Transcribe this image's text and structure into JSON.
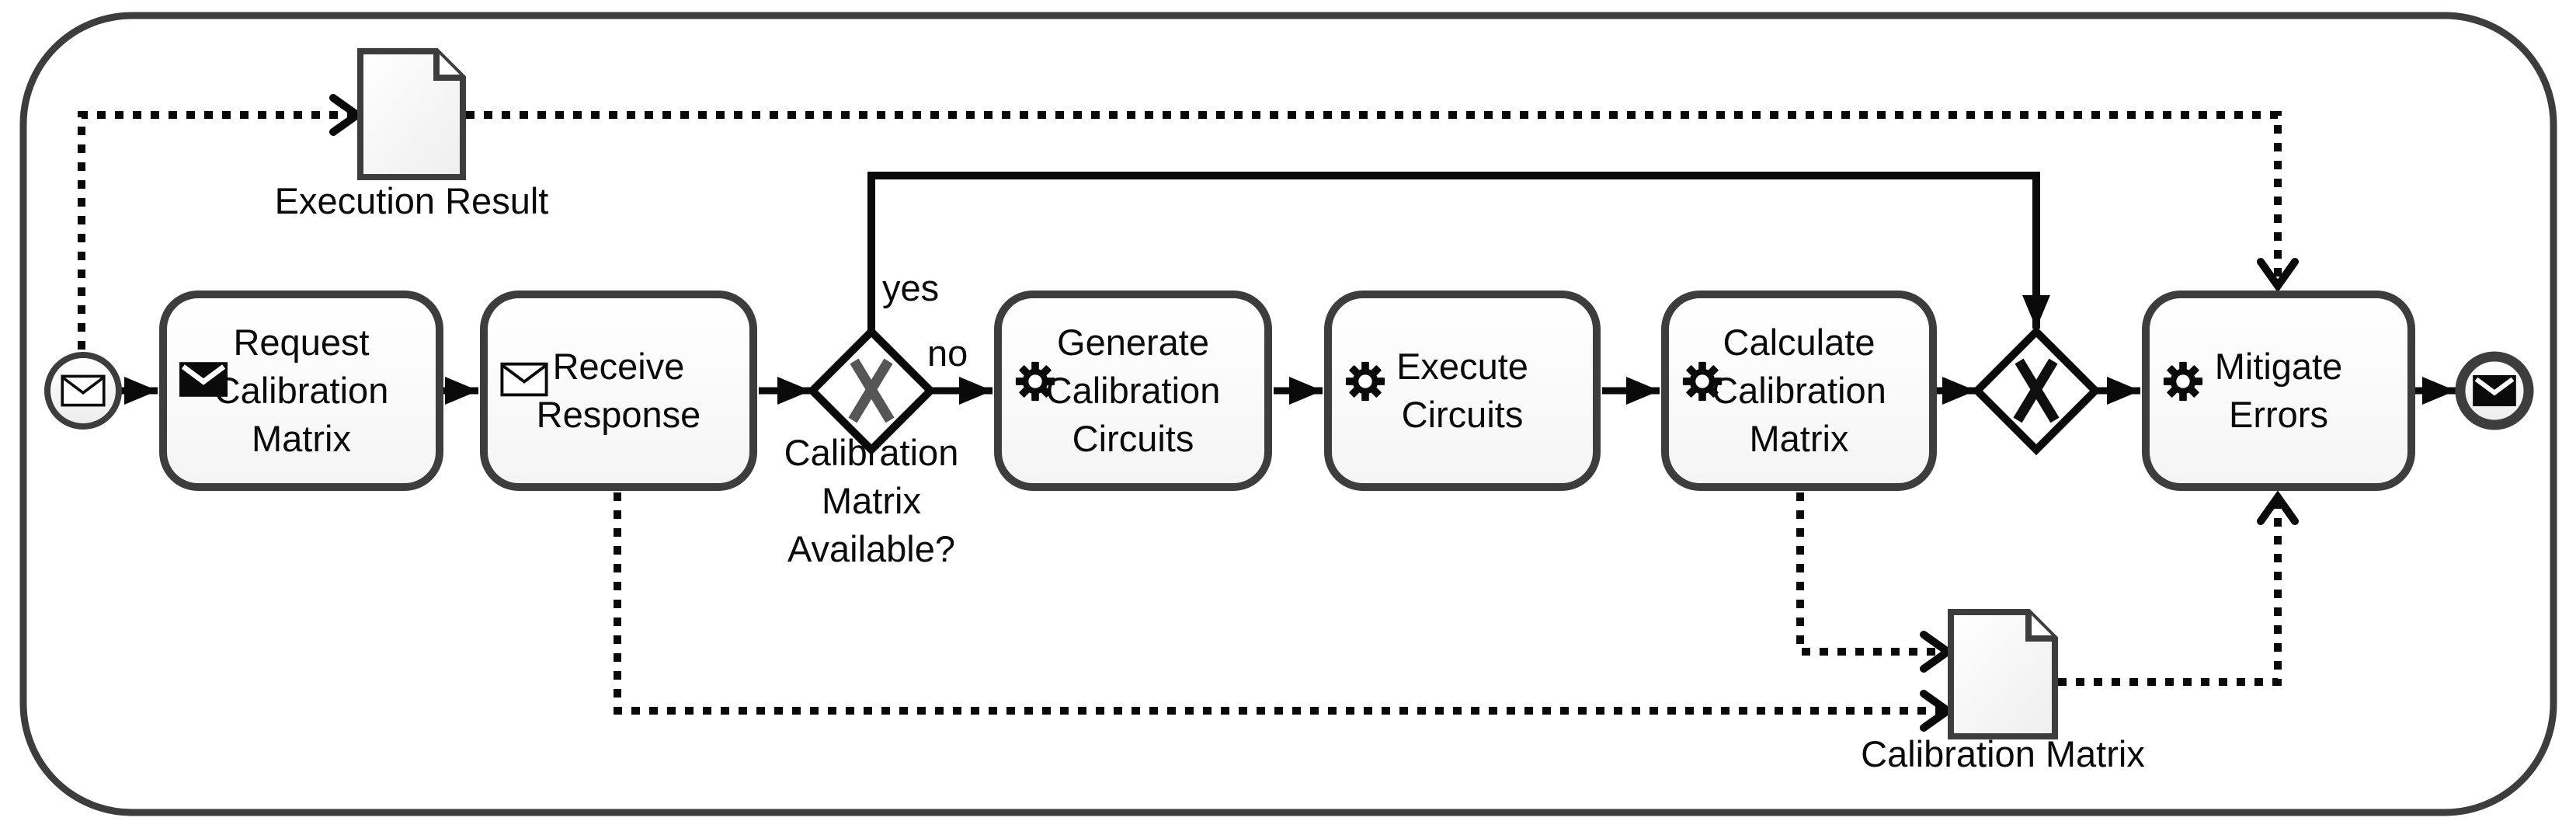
{
  "diagram": {
    "kind": "BPMN process diagram",
    "colors": {
      "node_border": "#3d3d3d",
      "flow_black": "#0a0a0a",
      "gateway1_x": "#565656",
      "gateway2_x": "#0f0f0f",
      "fill_light": "#f5f5f5"
    },
    "start_event": {
      "type": "message-start-event",
      "icon": "message-outline"
    },
    "end_event": {
      "type": "message-end-event",
      "icon": "message-filled"
    },
    "tasks": [
      {
        "label": "Request\nCalibration\nMatrix",
        "icon": "message-filled"
      },
      {
        "label": "Receive\nResponse",
        "icon": "message-outline"
      },
      {
        "label": "Generate\nCalibration\nCircuits",
        "icon": "gear"
      },
      {
        "label": "Execute\nCircuits",
        "icon": "gear"
      },
      {
        "label": "Calculate\nCalibration\nMatrix",
        "icon": "gear"
      },
      {
        "label": "Mitigate\nErrors",
        "icon": "gear"
      }
    ],
    "gateways": [
      {
        "symbol": "X",
        "label": "Calibration\nMatrix\nAvailable?"
      },
      {
        "symbol": "X",
        "label": ""
      }
    ],
    "flow_labels": {
      "yes": "yes",
      "no": "no"
    },
    "data_objects": [
      {
        "label": "Execution Result"
      },
      {
        "label": "Calibration Matrix"
      }
    ]
  }
}
